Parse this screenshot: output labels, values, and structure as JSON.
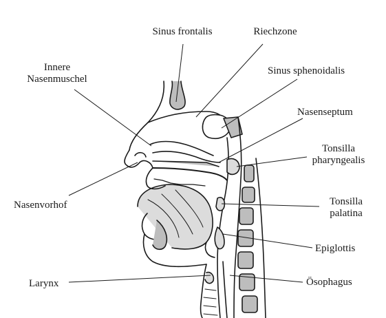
{
  "labels": {
    "sinus_frontalis": "Sinus frontalis",
    "riechzone": "Riechzone",
    "innere_nasenmuschel": [
      "Innere",
      "Nasenmuschel"
    ],
    "sinus_sphenoidalis": "Sinus sphenoidalis",
    "nasenseptum": "Nasenseptum",
    "tonsilla_pharyngealis": [
      "Tonsilla",
      "pharyngealis"
    ],
    "nasenvorhof": "Nasenvorhof",
    "tonsilla_palatina": [
      "Tonsilla",
      "palatina"
    ],
    "epiglottis": "Epiglottis",
    "larynx": "Larynx",
    "oesophagus": "Ösophagus"
  },
  "colors": {
    "line": "#1a1a1a",
    "shade": "#bdbdbd",
    "light_shade": "#dcdcdc",
    "paper": "#ffffff"
  }
}
